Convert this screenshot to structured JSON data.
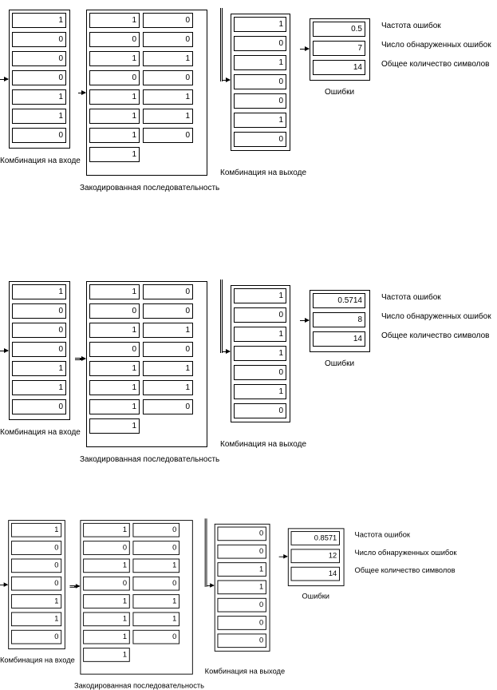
{
  "panels": [
    {
      "input": [
        "1",
        "0",
        "0",
        "0",
        "1",
        "1",
        "0"
      ],
      "encoded": [
        [
          "1",
          "0"
        ],
        [
          "0",
          "0"
        ],
        [
          "1",
          "1"
        ],
        [
          "0",
          "0"
        ],
        [
          "1",
          "1"
        ],
        [
          "1",
          "1"
        ],
        [
          "1",
          "0"
        ],
        [
          "1",
          ""
        ]
      ],
      "output": [
        "1",
        "0",
        "1",
        "0",
        "0",
        "1",
        "0"
      ],
      "errors": [
        "0.5",
        "7",
        "14"
      ]
    },
    {
      "input": [
        "1",
        "0",
        "0",
        "0",
        "1",
        "1",
        "0"
      ],
      "encoded": [
        [
          "1",
          "0"
        ],
        [
          "0",
          "0"
        ],
        [
          "1",
          "1"
        ],
        [
          "0",
          "0"
        ],
        [
          "1",
          "1"
        ],
        [
          "1",
          "1"
        ],
        [
          "1",
          "0"
        ],
        [
          "1",
          ""
        ]
      ],
      "output": [
        "1",
        "0",
        "1",
        "1",
        "0",
        "1",
        "0"
      ],
      "errors": [
        "0.5714",
        "8",
        "14"
      ]
    },
    {
      "input": [
        "1",
        "0",
        "0",
        "0",
        "1",
        "1",
        "0"
      ],
      "encoded": [
        [
          "1",
          "0"
        ],
        [
          "0",
          "0"
        ],
        [
          "1",
          "1"
        ],
        [
          "0",
          "0"
        ],
        [
          "1",
          "1"
        ],
        [
          "1",
          "1"
        ],
        [
          "1",
          "0"
        ],
        [
          "1",
          ""
        ]
      ],
      "output": [
        "0",
        "0",
        "1",
        "1",
        "0",
        "0",
        "0"
      ],
      "errors": [
        "0.8571",
        "12",
        "14"
      ]
    }
  ],
  "labels": {
    "input": "Комбинация на входе",
    "encoded": "Закодированная последовательность",
    "output": "Комбинация на выходе",
    "errors": "Ошибки",
    "error_rate": "Частота ошибок",
    "errors_detected": "Число обнаруженных ошибок",
    "total_symbols": "Общее количество символов"
  }
}
